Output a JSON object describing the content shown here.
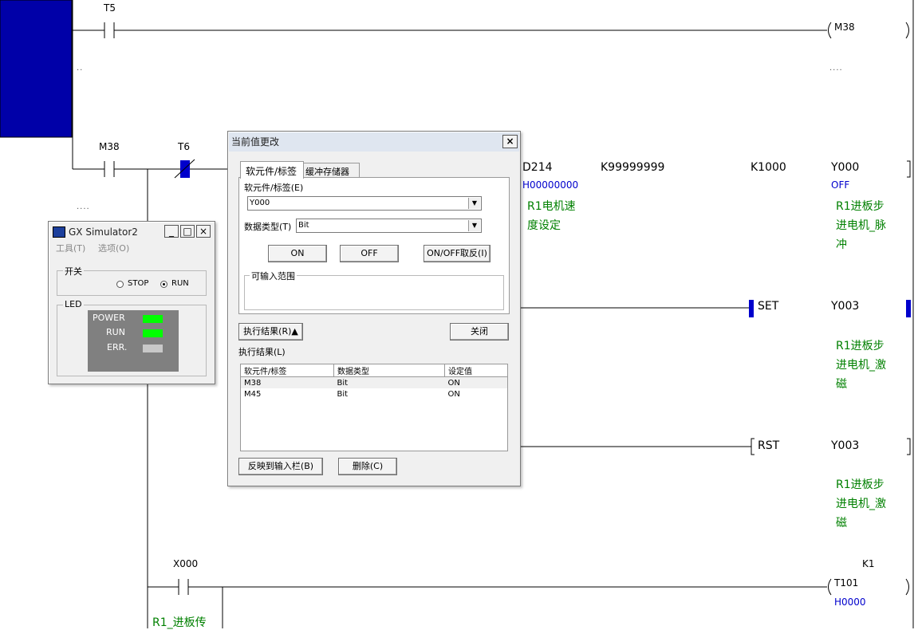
{
  "ladder": {
    "row1": {
      "contact": "T5",
      "coil": "M38",
      "dots_left": "..",
      "dots_right": "...."
    },
    "row2": {
      "contact1": "M38",
      "contact2": "T6",
      "dots": "....",
      "instr_device": "D214",
      "instr_device_value": "H00000000",
      "instr_device_comment1": "R1电机速",
      "instr_device_comment2": "度设定",
      "instr_k1": "K99999999",
      "instr_k2": "K1000",
      "instr_out": "Y000",
      "instr_out_state": "OFF",
      "instr_out_comment1": "R1进板步",
      "instr_out_comment2": "进电机_脉",
      "instr_out_comment3": "冲"
    },
    "row3": {
      "instr": "SET",
      "device": "Y003",
      "comment1": "R1进板步",
      "comment2": "进电机_激",
      "comment3": "磁"
    },
    "row4": {
      "instr": "RST",
      "device": "Y003",
      "comment1": "R1进板步",
      "comment2": "进电机_激",
      "comment3": "磁"
    },
    "row5": {
      "contact": "X000",
      "contact_comment": "R1_进板传",
      "timer": "T101",
      "timer_value": "H0000",
      "timer_k": "K1"
    }
  },
  "simulator": {
    "title": "GX Simulator2",
    "menu": [
      "工具(T)",
      "选项(O)"
    ],
    "switch_group": "开关",
    "stop_label": "STOP",
    "run_label": "RUN",
    "led_group": "LED",
    "leds": [
      {
        "label": "POWER",
        "color": "#00ff00"
      },
      {
        "label": "RUN",
        "color": "#00ff00"
      },
      {
        "label": "ERR.",
        "color": "#c8c8c8"
      }
    ]
  },
  "dialog": {
    "title": "当前值更改",
    "tabs": [
      "软元件/标签",
      "缓冲存储器"
    ],
    "device_label": "软元件/标签(E)",
    "device_value": "Y000",
    "datatype_label": "数据类型(T)",
    "datatype_value": "Bit",
    "btn_on": "ON",
    "btn_off": "OFF",
    "btn_toggle": "ON/OFF取反(I)",
    "range_group": "可输入范围",
    "btn_exec_result": "执行结果(R)▲",
    "btn_close": "关闭",
    "exec_result_label": "执行结果(L)",
    "columns": [
      "软元件/标签",
      "数据类型",
      "设定值"
    ],
    "rows": [
      {
        "device": "M38",
        "type": "Bit",
        "value": "ON"
      },
      {
        "device": "M45",
        "type": "Bit",
        "value": "ON"
      }
    ],
    "btn_reflect": "反映到输入栏(B)",
    "btn_delete": "删除(C)"
  }
}
